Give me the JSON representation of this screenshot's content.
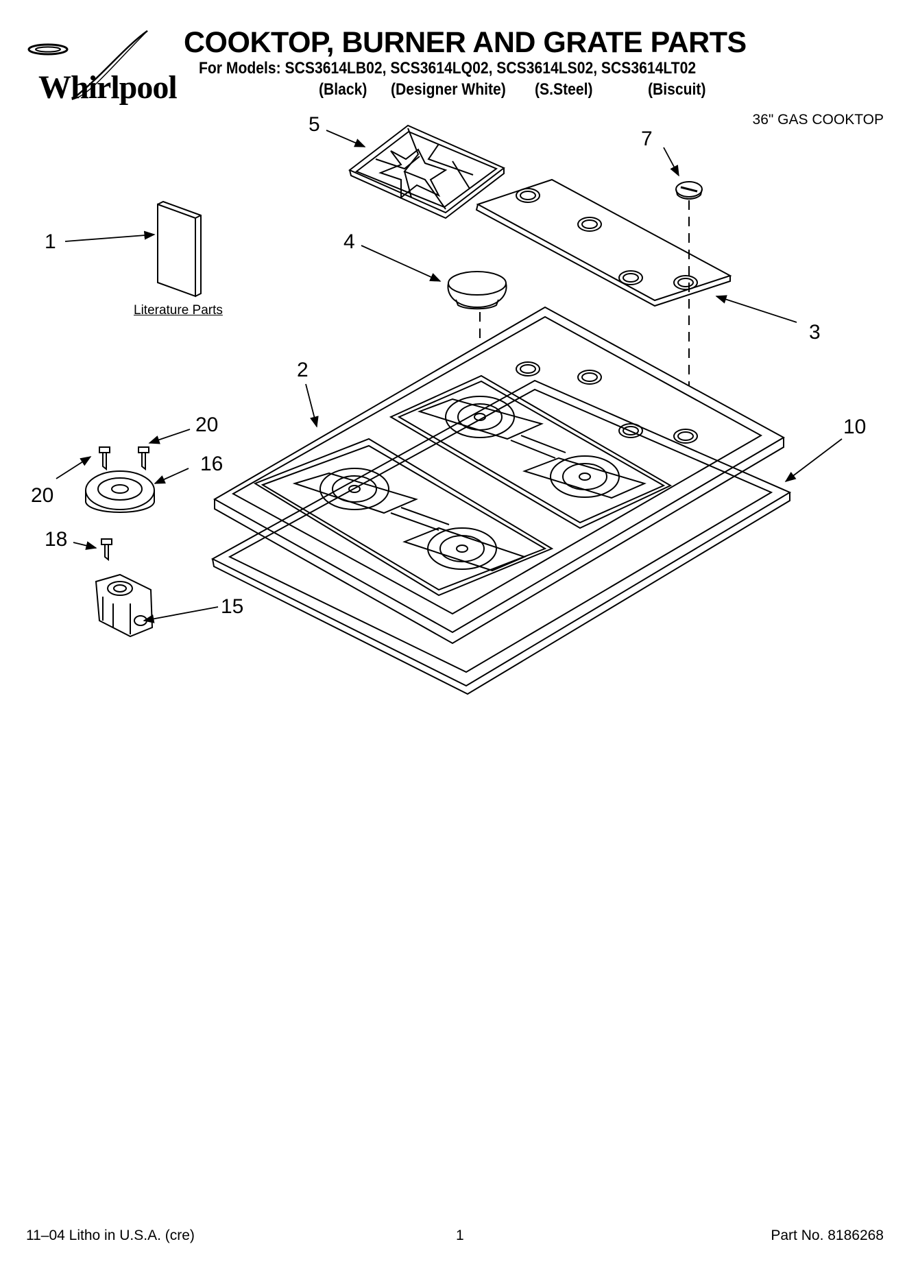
{
  "brand": {
    "name": "Whirlpool"
  },
  "header": {
    "title": "COOKTOP, BURNER AND GRATE PARTS",
    "models": "For Models: SCS3614LB02, SCS3614LQ02, SCS3614LS02, SCS3614LT02",
    "variants": [
      "(Black)",
      "(Designer White)",
      "(S.Steel)",
      "(Biscuit)"
    ],
    "subtitle": "36\" GAS COOKTOP"
  },
  "diagram": {
    "literature_label": "Literature Parts",
    "callouts": {
      "c1": "1",
      "c2": "2",
      "c3": "3",
      "c4": "4",
      "c5": "5",
      "c7": "7",
      "c10": "10",
      "c15": "15",
      "c16": "16",
      "c18": "18",
      "c20a": "20",
      "c20b": "20"
    }
  },
  "footer": {
    "left": "11–04 Litho in U.S.A. (cre)",
    "page": "1",
    "part_no": "Part No. 8186268"
  }
}
